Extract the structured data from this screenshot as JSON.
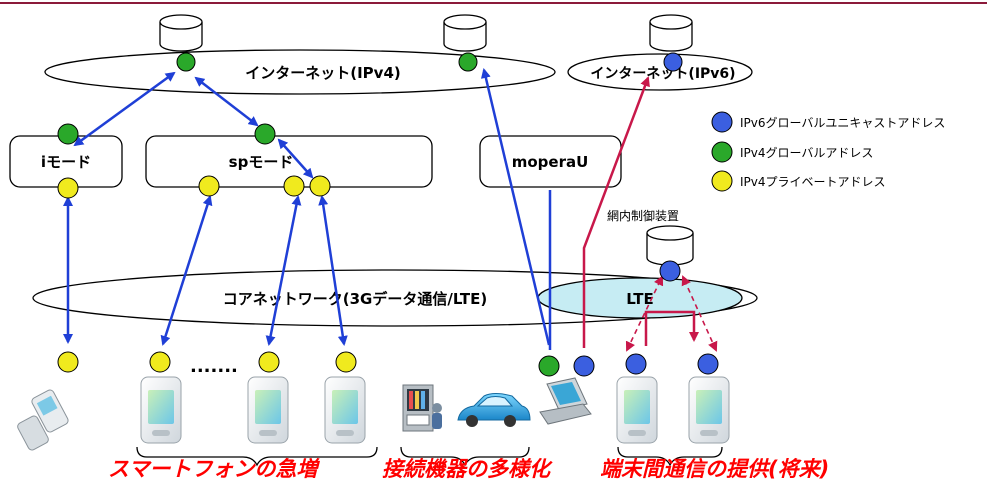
{
  "colors": {
    "header_line": "#8b1a3a",
    "ipv6_global": "#3b5fe0",
    "ipv4_global": "#2aa82a",
    "ipv4_private": "#f0ea1e",
    "arrow_blue": "#1f3fd6",
    "arrow_red": "#c8184a",
    "caption_red": "#ff0000",
    "lte_fill": "#c6ecf3"
  },
  "networks": {
    "internet_ipv4": "インターネット(IPv4)",
    "internet_ipv6": "インターネット(IPv6)",
    "core_network": "コアネットワーク(3Gデータ通信/LTE)",
    "lte": "LTE"
  },
  "services": {
    "imode": "iモード",
    "spmode": "spモード",
    "moperau": "moperaU"
  },
  "device_ellipsis": ".......",
  "control_device_label": "網内制御装置",
  "legend": [
    {
      "label": "IPv6グローバルユニキャストアドレス",
      "color_key": "ipv6_global"
    },
    {
      "label": "IPv4グローバルアドレス",
      "color_key": "ipv4_global"
    },
    {
      "label": "IPv4プライベートアドレス",
      "color_key": "ipv4_private"
    }
  ],
  "captions": {
    "smartphone_growth": "スマートフォンの急増",
    "device_diversity": "接続機器の多様化",
    "p2p_future": "端末間通信の提供(将来)"
  },
  "icons": {
    "server": "database-cylinder-icon",
    "flip_phone": "flip-phone-icon",
    "smartphone": "smartphone-icon",
    "vending": "vending-machine-icon",
    "car": "car-icon",
    "laptop": "laptop-icon"
  }
}
